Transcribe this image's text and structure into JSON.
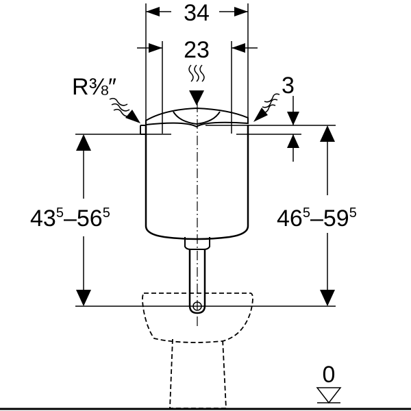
{
  "drawing": {
    "dim_width_outer": "34",
    "dim_width_inner": "23",
    "thread_label": "R⅜″",
    "dim_offset": "3",
    "dim_left_height": {
      "a": "43",
      "a_sup": "5",
      "dash": "–",
      "b": "56",
      "b_sup": "5"
    },
    "dim_right_height": {
      "a": "46",
      "a_sup": "5",
      "dash": "–",
      "b": "59",
      "b_sup": "5"
    },
    "floor_level": "0"
  }
}
